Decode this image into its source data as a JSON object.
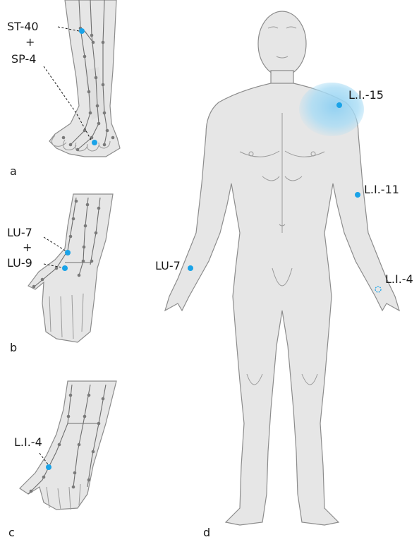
{
  "panel_letters": {
    "a": "a",
    "b": "b",
    "c": "c",
    "d": "d"
  },
  "labels": {
    "st40": "ST-40",
    "plus_a": "+",
    "sp4": "SP-4",
    "lu7_b": "LU-7",
    "plus_b": "+",
    "lu9": "LU-9",
    "li4_c": "L.I.-4",
    "li15": "L.I.-15",
    "li11": "L.I.-11",
    "lu7_d": "LU-7",
    "li4_d": "L.I.-4"
  },
  "colors": {
    "acupoint": "#1aa3e8",
    "shoulder_highlight": "#a9dcf5",
    "skin": "#e6e6e6",
    "meridian": "#6e6e6e"
  }
}
